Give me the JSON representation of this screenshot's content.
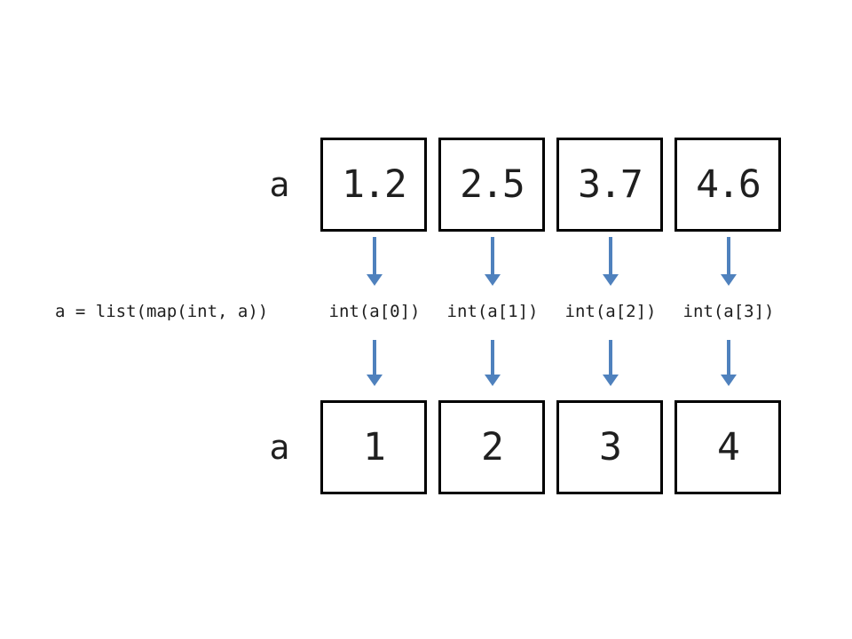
{
  "diagram": {
    "background": "#ffffff",
    "arrow_color": "#4f81bd",
    "box_border_color": "#000000",
    "text_color": "#1f1f1f",
    "top_row": {
      "label": "a",
      "cells": [
        "1.2",
        "2.5",
        "3.7",
        "4.6"
      ]
    },
    "bottom_row": {
      "label": "a",
      "cells": [
        "1",
        "2",
        "3",
        "4"
      ]
    },
    "code_label": "a = list(map(int, a))",
    "operation_labels": [
      "int(a[0])",
      "int(a[1])",
      "int(a[2])",
      "int(a[3])"
    ]
  }
}
